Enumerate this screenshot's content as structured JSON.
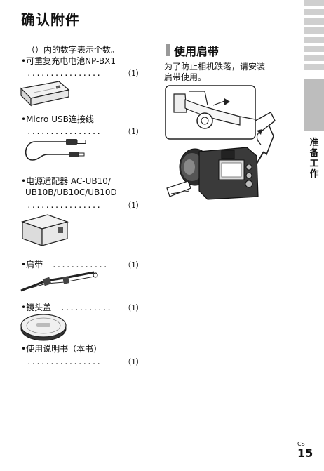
{
  "page": {
    "title": "确认附件",
    "note": "（）内的数字表示个数。",
    "items": [
      {
        "line1": "•可重复充电电池NP-BX1",
        "dots": "................",
        "qty": "（1）"
      },
      {
        "line1": "•Micro USB连接线",
        "dots": "................",
        "qty": "（1）"
      },
      {
        "line1": "•电源适配器 AC-UB10/",
        "line2": "UB10B/UB10C/UB10D",
        "dots": "................",
        "qty": "（1）"
      },
      {
        "line1": "•肩带",
        "dots": "............",
        "qty": "（1）"
      },
      {
        "line1": "•镜头盖",
        "dots": "...........",
        "qty": "（1）"
      },
      {
        "line1": "•使用说明书（本书）",
        "dots": "................",
        "qty": "（1）"
      }
    ],
    "strap_section": {
      "title": "使用肩带",
      "body_line1": "为了防止相机跌落，请安装",
      "body_line2": "肩带使用。"
    },
    "side_tab": {
      "label": "准备工作"
    },
    "page_number": {
      "superscript": "CS",
      "number": "15"
    }
  },
  "icons": [
    "battery-icon",
    "usb-cable-icon",
    "ac-adapter-icon",
    "shoulder-strap-icon",
    "lens-cap-icon",
    "strap-attach-illustration",
    "camera-illustration"
  ],
  "colors": {
    "text": "#111111",
    "side_tab": "#bdbdbd",
    "side_stripes": "#cfcfcf",
    "section_bar": "#999999"
  }
}
